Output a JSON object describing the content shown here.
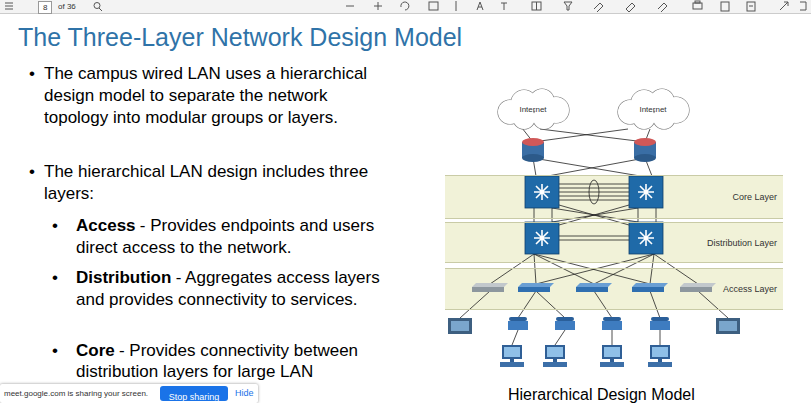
{
  "diagram": {
    "title": "The Three-Layer Network Design Model",
    "caption": "Hierarchical Design Model",
    "nodes": [
      {
        "text": [
          "Internet"
        ]
      },
      {
        "text": [
          "Internet"
        ]
      },
      {
        "text": [
          "Core Layer"
        ]
      },
      {
        "text": [
          "Distribution Layer"
        ]
      },
      {
        "text": [
          "Access Layer"
        ]
      }
    ],
    "labels": [
      "8",
      "of 36",
      "•",
      "The campus wired LAN uses a hierarchical design model to separate the network topology into modular groups or layers.",
      "•",
      "The hierarchical LAN design includes three layers:",
      "•",
      "Access",
      "- Provides endpoints and users direct access to the network.",
      "•",
      "Distribution",
      "- Aggregates access layers and provides connectivity to services.",
      "•",
      "Core",
      "- Provides connectivity between distribution layers for large LAN",
      "meet.google.com is sharing your screen.",
      "Stop sharing",
      "Hide"
    ]
  }
}
